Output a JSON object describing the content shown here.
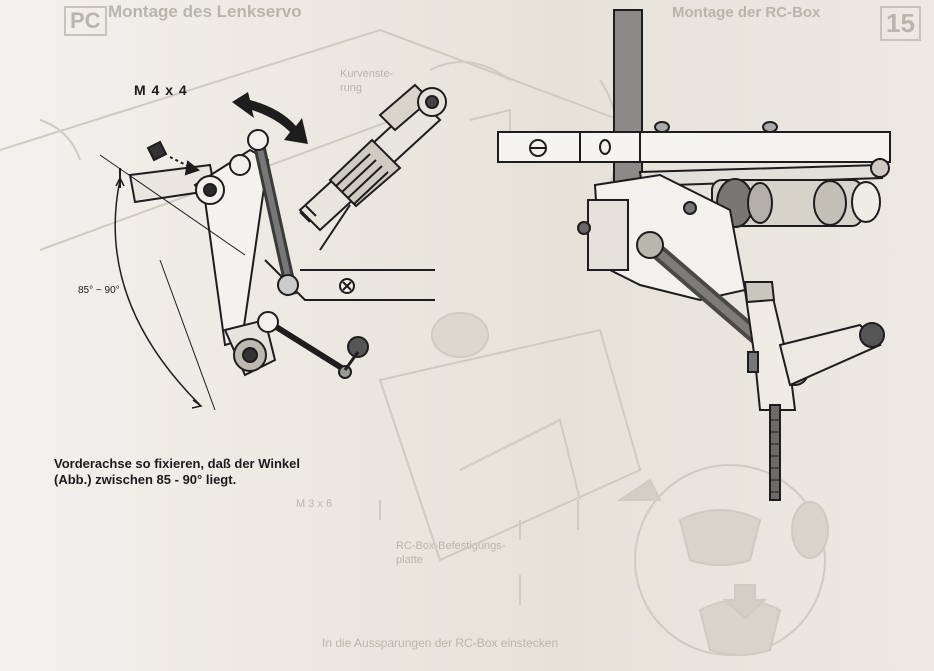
{
  "left_figure": {
    "screw_label": "M 4 x 4",
    "angle_label": "85° ~ 90°",
    "caption_line1": "Vorderachse so fixieren, daß der Winkel",
    "caption_line2": "(Abb.) zwischen 85 - 90° liegt."
  },
  "faded_background": {
    "header_left": "Montage des Lenkservo",
    "header_right": "Montage der RC-Box",
    "page_left": "PC",
    "page_right": "15",
    "label_kurvenste": "Kurvenste-",
    "label_rung": "rung",
    "label_m35": "M 3 x 6",
    "label_befest1": "RC-Box-Befestigungs-",
    "label_befest2": "platte",
    "label_bottom": "In die Aussparungen der RC-Box einstecken"
  }
}
